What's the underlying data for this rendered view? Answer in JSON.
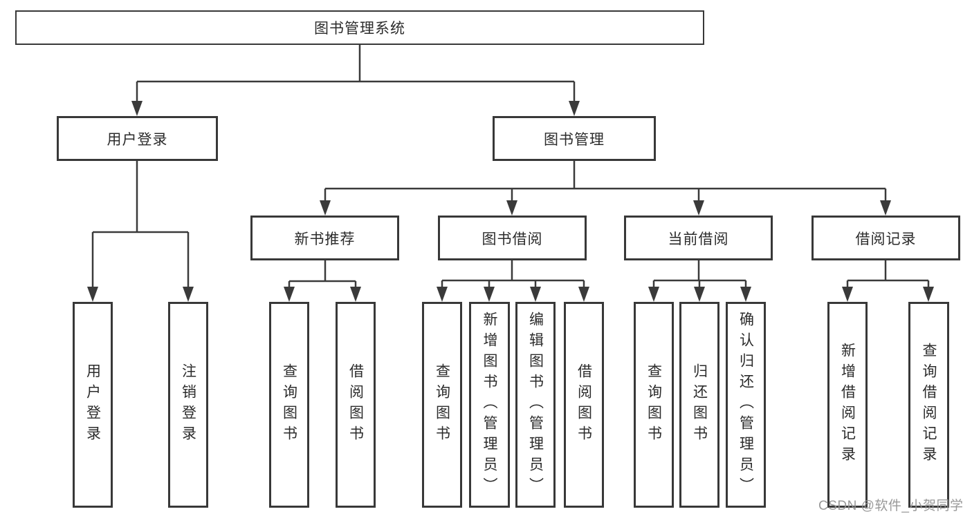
{
  "tree": {
    "root": {
      "label": "图书管理系统"
    },
    "branches": [
      {
        "label": "用户登录",
        "children": [
          {
            "label": "用户登录"
          },
          {
            "label": "注销登录"
          }
        ]
      },
      {
        "label": "图书管理",
        "children": [
          {
            "label": "新书推荐",
            "children": [
              {
                "label": "查询图书"
              },
              {
                "label": "借阅图书"
              }
            ]
          },
          {
            "label": "图书借阅",
            "children": [
              {
                "label": "查询图书"
              },
              {
                "label": "新增图书（管理员）"
              },
              {
                "label": "编辑图书（管理员）"
              },
              {
                "label": "借阅图书"
              }
            ]
          },
          {
            "label": "当前借阅",
            "children": [
              {
                "label": "查询图书"
              },
              {
                "label": "归还图书"
              },
              {
                "label": "确认归还（管理员）"
              }
            ]
          },
          {
            "label": "借阅记录",
            "children": [
              {
                "label": "新增借阅记录"
              },
              {
                "label": "查询借阅记录"
              }
            ]
          }
        ]
      }
    ]
  },
  "watermark": {
    "text": "CSDN @软件_小贺同学"
  },
  "colors": {
    "line": "#3a3a3a",
    "box_border": "#383838",
    "text": "#2b2b2b",
    "watermark": "#949494",
    "background": "#ffffff"
  }
}
